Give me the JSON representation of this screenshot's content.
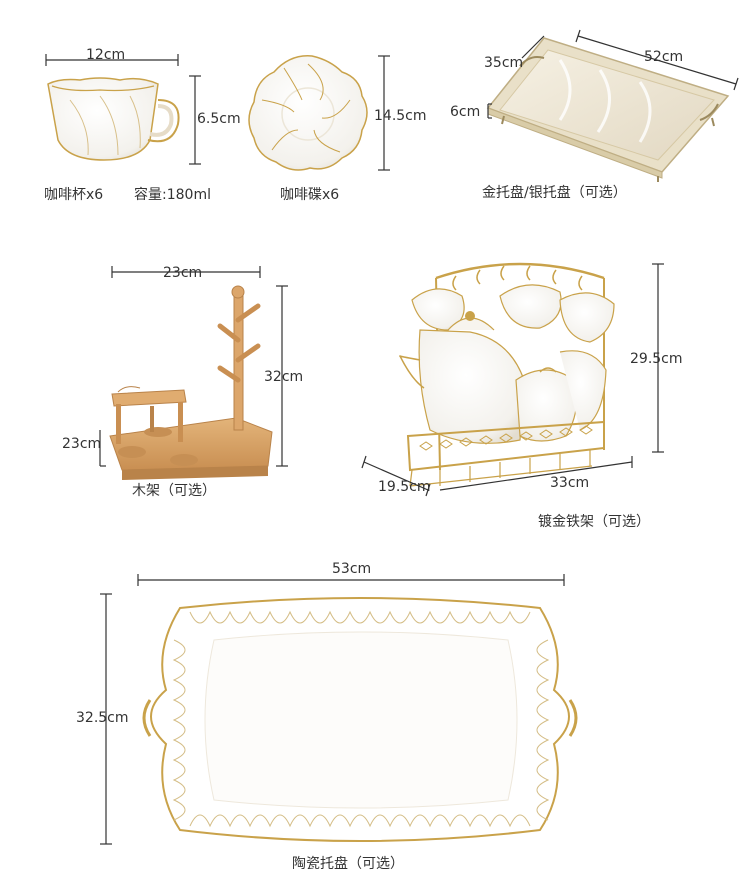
{
  "items": {
    "cup": {
      "width": "12cm",
      "height": "6.5cm",
      "caption": "咖啡杯x6",
      "capacity": "容量:180ml"
    },
    "saucer": {
      "diameter": "14.5cm",
      "caption": "咖啡碟x6"
    },
    "metal_tray": {
      "depth": "35cm",
      "length": "52cm",
      "height": "6cm",
      "caption": "金托盘/银托盘（可选）"
    },
    "wood_rack": {
      "width": "23cm",
      "height": "32cm",
      "depth": "23cm",
      "caption": "木架（可选）"
    },
    "iron_rack": {
      "height": "29.5cm",
      "depth": "19.5cm",
      "width": "33cm",
      "caption": "镀金铁架（可选）"
    },
    "ceramic_tray": {
      "length": "53cm",
      "width": "32.5cm",
      "caption": "陶瓷托盘（可选）"
    }
  },
  "colors": {
    "gold": "#c9a24a",
    "porcelain": "#ffffff",
    "wood": "#d9a66a",
    "wood_dark": "#b9834a",
    "mirror": "#efe8d8",
    "dimension_line": "#333333"
  }
}
